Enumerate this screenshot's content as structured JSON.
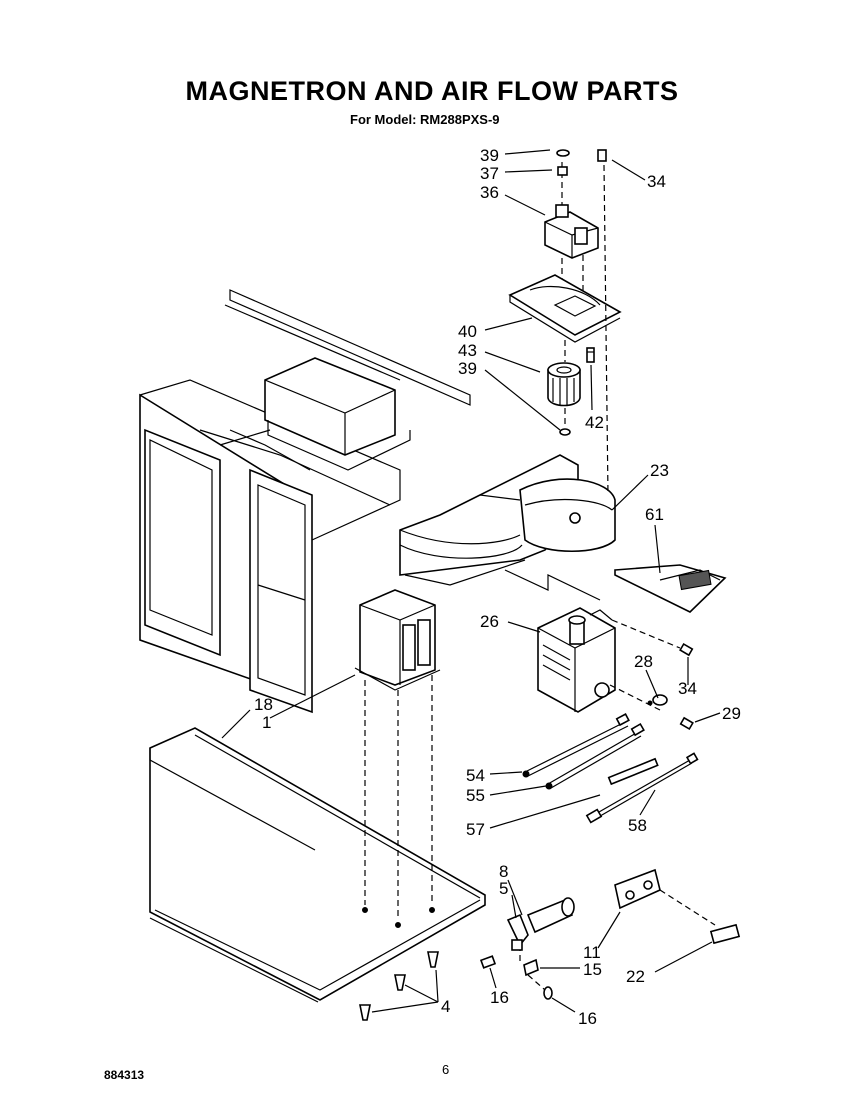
{
  "page": {
    "title": "MAGNETRON AND AIR FLOW PARTS",
    "subtitle": "For Model: RM288PXS-9",
    "doc_number": "884313",
    "page_number": "6"
  },
  "labels": {
    "p39a": "39",
    "p37": "37",
    "p36": "36",
    "p34a": "34",
    "p40": "40",
    "p43": "43",
    "p39b": "39",
    "p42": "42",
    "p23": "23",
    "p61": "61",
    "p26": "26",
    "p28": "28",
    "p34b": "34",
    "p29": "29",
    "p18": "18",
    "p1": "1",
    "p54": "54",
    "p55": "55",
    "p57": "57",
    "p58": "58",
    "p8": "8",
    "p5": "5",
    "p11": "11",
    "p15": "15",
    "p22": "22",
    "p16a": "16",
    "p16b": "16",
    "p4": "4"
  }
}
